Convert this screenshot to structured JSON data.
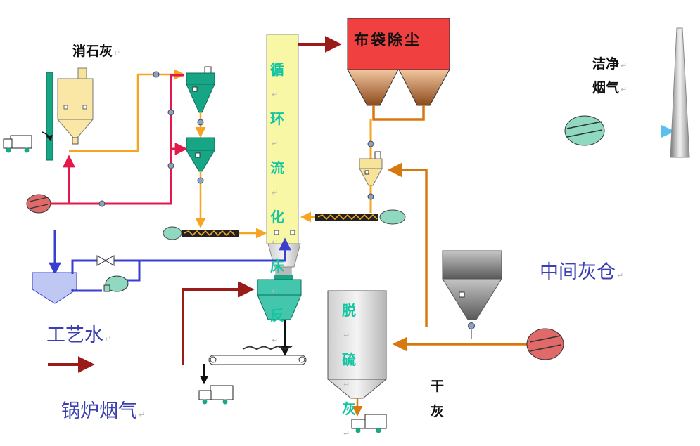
{
  "labels": {
    "hydrated_lime": "消石灰",
    "clean_flue_gas_1": "洁净",
    "clean_flue_gas_2": "烟气",
    "bag_filter": "布袋除尘",
    "cfb_reactor": [
      "循",
      "环",
      "流",
      "化",
      "床",
      "反"
    ],
    "intermediate_ash_silo": "中间灰仓",
    "process_water": "工艺水",
    "boiler_flue_gas": "锅炉烟气",
    "desulfurization_ash": [
      "脱",
      "硫",
      "灰"
    ],
    "dry_ash": [
      "干",
      "灰"
    ]
  },
  "colors": {
    "gas_arrow": "#9b1a1a",
    "lime_line": "#f6a421",
    "air_line": "#e4184a",
    "water_line": "#3a3fd0",
    "ash_line": "#d8790f",
    "clean_gas": "#9cd8f8",
    "equipment_green": "#16a585",
    "reactor_fill": "#f8f7a6",
    "bag_filter_red": "#f04040"
  },
  "icons": [
    "truck-icon",
    "fan-icon",
    "valve-icon",
    "pump-icon",
    "screw-conveyor-icon",
    "belt-conveyor-icon",
    "stack-icon"
  ]
}
